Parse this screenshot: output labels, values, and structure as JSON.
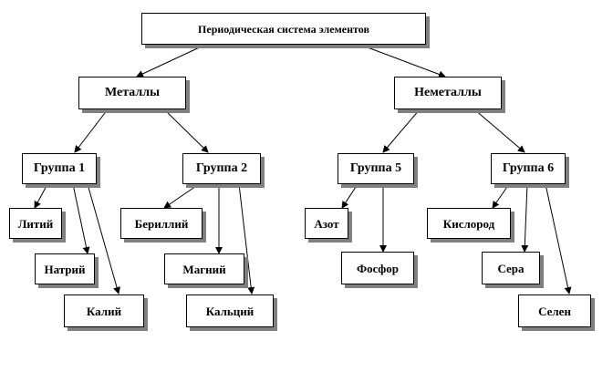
{
  "root": "Периодическая система элементов",
  "classes": {
    "metals": "Металлы",
    "nonmetals": "Неметаллы"
  },
  "groups": {
    "g1": "Группа 1",
    "g2": "Группа 2",
    "g5": "Группа 5",
    "g6": "Группа 6"
  },
  "elements": {
    "lithium": "Литий",
    "sodium": "Натрий",
    "potassium": "Калий",
    "beryllium": "Бериллий",
    "magnesium": "Магний",
    "calcium": "Кальций",
    "nitrogen": "Азот",
    "phosphorus": "Фосфор",
    "oxygen": "Кислород",
    "sulfur": "Сера",
    "selenium": "Селен"
  }
}
